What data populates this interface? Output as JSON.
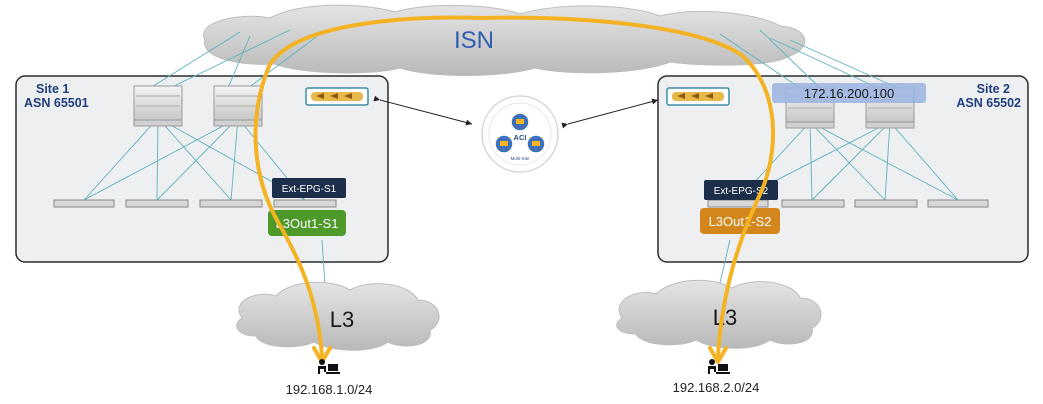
{
  "isn": {
    "label": "ISN"
  },
  "site1": {
    "name": "Site 1",
    "asn": "ASN 65501",
    "epg": "Ext-EPG-S1",
    "l3out": "L3Out1-S1"
  },
  "site2": {
    "name": "Site 2",
    "asn": "ASN 65502",
    "epg": "Ext-EPG-S2",
    "l3out": "L3Out1-S2",
    "ip_badge": "172.16.200.100"
  },
  "aci": {
    "line1": "ACI",
    "line2": "Multi-Site"
  },
  "cloud_left": {
    "label": "L3",
    "subnet": "192.168.1.0/24"
  },
  "cloud_right": {
    "label": "L3",
    "subnet": "192.168.2.0/24"
  },
  "icons": {
    "controller": "aci-multisite-orchestrator-icon",
    "host": "user-workstation-icon",
    "spine": "spine-switch-icon",
    "leaf": "leaf-switch-icon",
    "border_gw": "border-gateway-icon"
  },
  "colors": {
    "site_box": "#eeeff1",
    "site_border": "#2b2b2b",
    "path": "#f3b323",
    "l3out_site1": "#4d9a2b",
    "l3out_site2": "#d3861b",
    "epg_bg": "#1c2e4a",
    "label_text": "#1f3e7d",
    "link": "#5eb3bd",
    "ip_badge": "#9ab3e0",
    "cloud": "#c9c9c9"
  }
}
